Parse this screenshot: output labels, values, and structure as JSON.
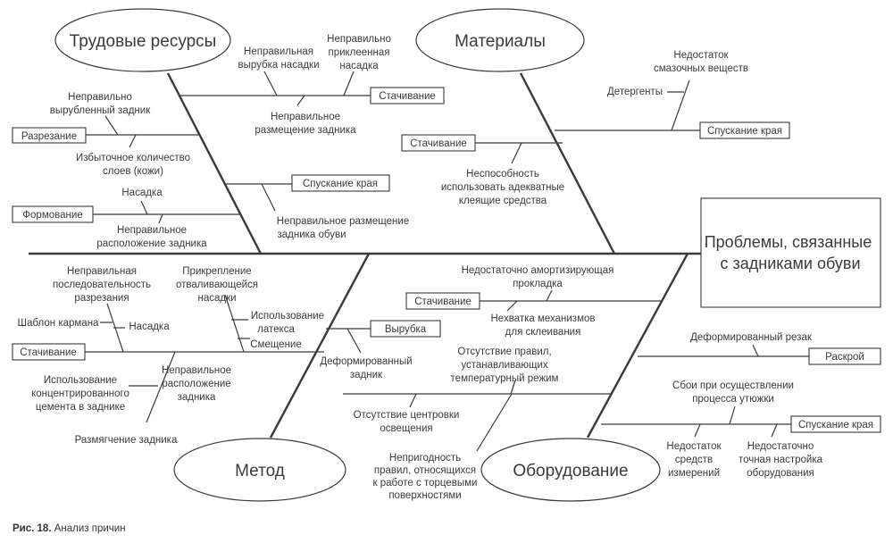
{
  "effect": [
    "Проблемы, связанные",
    "с  задниками обуви"
  ],
  "categories": {
    "labor": "Трудовые ресурсы",
    "materials": "Материалы",
    "method": "Метод",
    "equipment": "Оборудование"
  },
  "boxes": {
    "labor_cut": "Разрезание",
    "labor_form": "Формование",
    "labor_stitch": "Стачивание",
    "labor_skive": "Спускание края",
    "mat_stitch": "Стачивание",
    "mat_skive": "Спускание края",
    "meth_stitch": "Стачивание",
    "meth_die": "Вырубка",
    "eq_stitch": "Стачивание",
    "eq_cut": "Раскрой",
    "eq_skive": "Спускание края"
  },
  "labels": {
    "l1": [
      "Неправильно",
      "вырубленный задник"
    ],
    "l2": [
      "Избыточное количество",
      "слоев (кожи)"
    ],
    "l3": [
      "Насадка"
    ],
    "l4": [
      "Неправильное",
      "расположение задника"
    ],
    "l5": [
      "Неправильная",
      "вырубка насадки"
    ],
    "l6": [
      "Неправильно",
      "приклеенная",
      "насадка"
    ],
    "l7": [
      "Неправильное",
      "размещение задника"
    ],
    "l8": [
      "Неправильное размещение",
      "задника обуви"
    ],
    "m1": [
      "Недостаток",
      "смазочных веществ"
    ],
    "m2": [
      "Детергенты"
    ],
    "m3": [
      "Неспособность",
      "использовать адекватные",
      "клеящие средства"
    ],
    "t1": [
      "Неправильная",
      "последовательность",
      "разрезания"
    ],
    "t2": [
      "Шаблон кармана"
    ],
    "t3": [
      "Насадка"
    ],
    "t4": [
      "Использование",
      "концентрированного",
      "цемента в заднике"
    ],
    "t5": [
      "Неправильное",
      "расположение",
      "задника"
    ],
    "t6": [
      "Размягчение задника"
    ],
    "t7": [
      "Прикрепление",
      "отваливающейся",
      "насадки"
    ],
    "t8": [
      "Использование",
      "латекса"
    ],
    "t9": [
      "Смещение"
    ],
    "t10": [
      "Деформированный",
      "задник"
    ],
    "e1": [
      "Недостаточно амортизирующая",
      "прокладка"
    ],
    "e2": [
      "Нехватка механизмов",
      "для склеивания"
    ],
    "e3": [
      "Отсутствие правил,",
      "устанавливающих",
      "температурный режим"
    ],
    "e4": [
      "Отсутствие центровки",
      "освещения"
    ],
    "e5": [
      "Непригодность",
      "правил, относящихся",
      "к работе с торцевыми",
      "поверхностями"
    ],
    "e6": [
      "Деформированный резак"
    ],
    "e7": [
      "Сбои при осуществлении",
      "процесса утюжки"
    ],
    "e8": [
      "Недостаток",
      "средств",
      "измерений"
    ],
    "e9": [
      "Недостаточно",
      "точная настройка",
      "оборудования"
    ]
  },
  "caption": {
    "prefix": "Рис. 18.",
    "text": " Анализ причин"
  }
}
